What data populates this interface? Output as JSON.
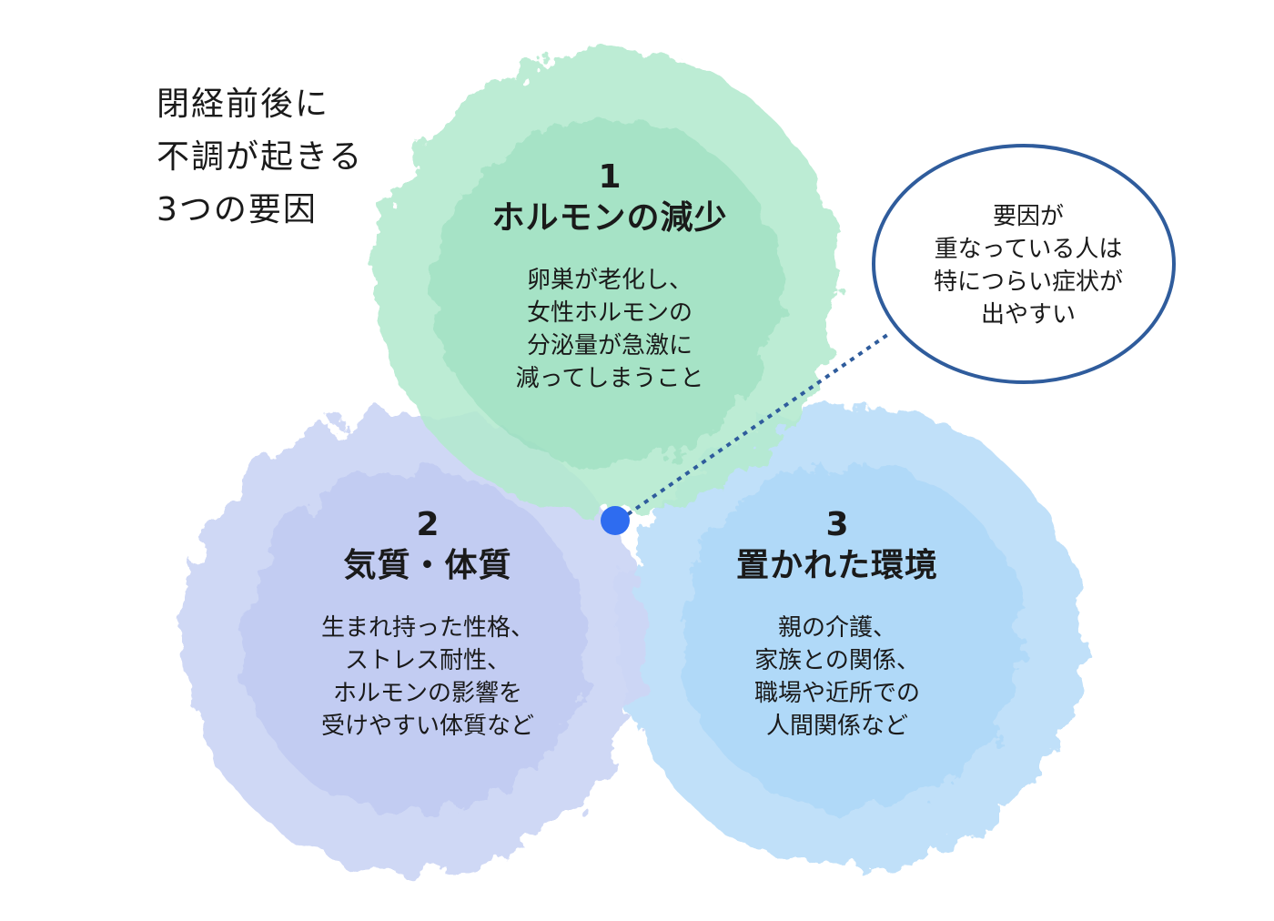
{
  "title": {
    "lines": [
      "閉経前後に",
      "不調が起きる",
      "3つの要因"
    ]
  },
  "factors": [
    {
      "number": "1",
      "heading": "ホルモンの減少",
      "description": [
        "卵巣が老化し、",
        "女性ホルモンの",
        "分泌量が急激に",
        "減ってしまうこと"
      ],
      "color": "#a6e5c6"
    },
    {
      "number": "2",
      "heading": "気質・体質",
      "description": [
        "生まれ持った性格、",
        "ストレス耐性、",
        "ホルモンの影響を",
        "受けやすい体質など"
      ],
      "color": "#c4cff3"
    },
    {
      "number": "3",
      "heading": "置かれた環境",
      "description": [
        "親の介護、",
        "家族との関係、",
        "職場や近所での",
        "人間関係など"
      ],
      "color": "#b5dbf8"
    }
  ],
  "callout": {
    "lines": [
      "要因が",
      "重なっている人は",
      "特につらい症状が",
      "出やすい"
    ],
    "border_color": "#2f5c9c",
    "dot_color": "#2e6cf0"
  }
}
